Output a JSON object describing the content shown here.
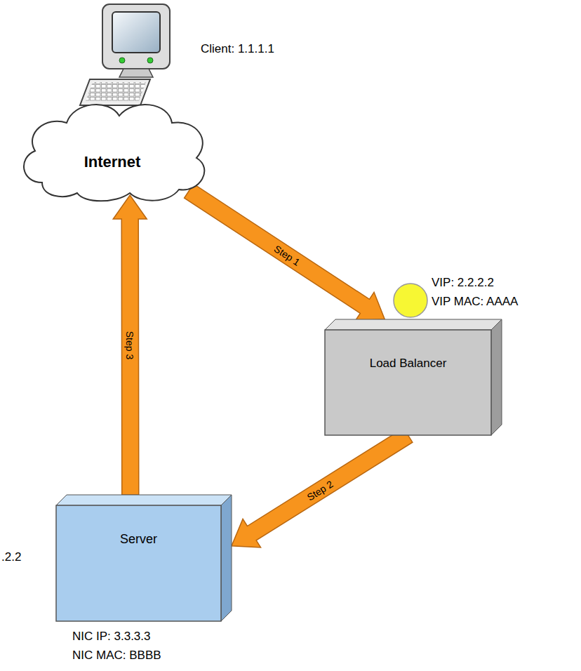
{
  "diagram": {
    "nodes": [
      {
        "text": [
          "Client: 1.1.1.1"
        ]
      },
      {
        "text": [
          "Internet"
        ]
      },
      {
        "text": [
          "Load Balancer"
        ]
      },
      {
        "text": [
          "Server"
        ]
      }
    ],
    "edges": [
      {
        "from": 1,
        "to": 2,
        "label": "Step 1",
        "arrow": "to"
      },
      {
        "from": 2,
        "to": 3,
        "label": "Step 2",
        "arrow": "to"
      },
      {
        "from": 3,
        "to": 1,
        "label": "Step 3",
        "arrow": "to"
      }
    ],
    "labels": [
      "VIP: 2.2.2.2",
      "VIP MAC: AAAA",
      ".2.2",
      "NIC IP: 3.3.3.3",
      "NIC MAC: BBBB"
    ]
  }
}
